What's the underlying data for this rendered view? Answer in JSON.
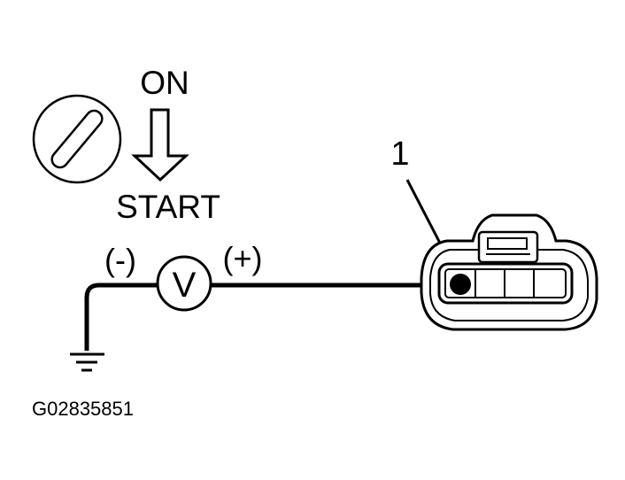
{
  "labels": {
    "on": "ON",
    "start": "START",
    "negative": "(-)",
    "positive": "(+)",
    "voltmeter": "V",
    "callout": "1",
    "figure_id": "G02835851"
  },
  "icons": {
    "ignition_key": "ignition-key-icon",
    "arrow": "down-arrow-icon",
    "ground": "ground-icon",
    "connector": "connector-icon",
    "voltmeter": "voltmeter-icon"
  },
  "colors": {
    "line": "#000000",
    "background": "#ffffff"
  }
}
